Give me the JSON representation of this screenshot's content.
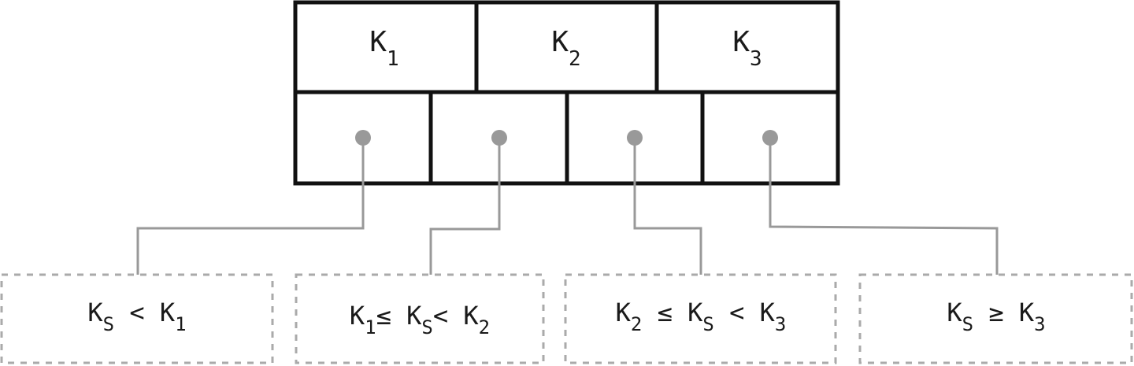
{
  "node": {
    "keys": [
      {
        "base": "K",
        "sub": "1"
      },
      {
        "base": "K",
        "sub": "2"
      },
      {
        "base": "K",
        "sub": "3"
      }
    ],
    "pointer_count": 4
  },
  "children": [
    {
      "parts": [
        {
          "t": "K"
        },
        {
          "t": "S",
          "sub": true
        },
        {
          "t": " < "
        },
        {
          "t": "K"
        },
        {
          "t": "1",
          "sub": true
        }
      ]
    },
    {
      "parts": [
        {
          "t": "K"
        },
        {
          "t": "1",
          "sub": true
        },
        {
          "t": "≤ "
        },
        {
          "t": "K"
        },
        {
          "t": "S",
          "sub": true
        },
        {
          "t": "< "
        },
        {
          "t": "K"
        },
        {
          "t": "2",
          "sub": true
        }
      ]
    },
    {
      "parts": [
        {
          "t": "K"
        },
        {
          "t": "2",
          "sub": true
        },
        {
          "t": " ≤ "
        },
        {
          "t": "K"
        },
        {
          "t": "S",
          "sub": true
        },
        {
          "t": " < "
        },
        {
          "t": "K"
        },
        {
          "t": "3",
          "sub": true
        }
      ]
    },
    {
      "parts": [
        {
          "t": "K"
        },
        {
          "t": "S",
          "sub": true
        },
        {
          "t": " ≥ "
        },
        {
          "t": "K"
        },
        {
          "t": "3",
          "sub": true
        }
      ]
    }
  ],
  "colors": {
    "border": "#111111",
    "connector": "#999999",
    "dashed": "#aaaaaa",
    "text": "#1a1a1a"
  }
}
